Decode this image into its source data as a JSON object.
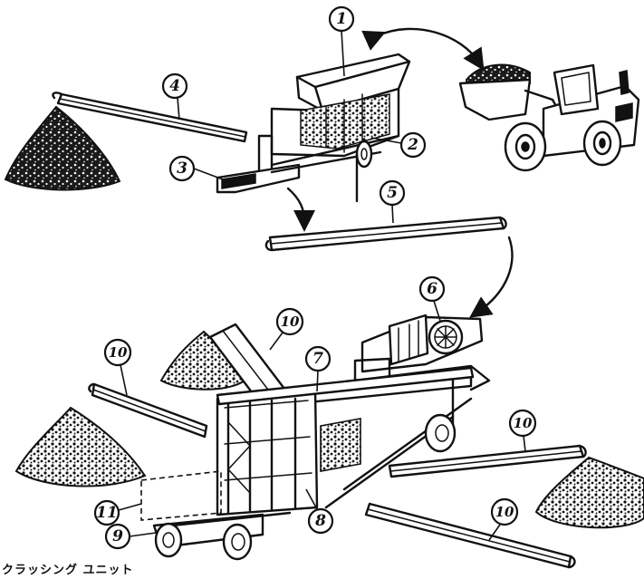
{
  "caption": "クラッシング ユニット",
  "callouts": [
    {
      "id": "c1",
      "label": "1"
    },
    {
      "id": "c2",
      "label": "2"
    },
    {
      "id": "c3",
      "label": "3"
    },
    {
      "id": "c4",
      "label": "4"
    },
    {
      "id": "c5",
      "label": "5"
    },
    {
      "id": "c6",
      "label": "6"
    },
    {
      "id": "c7",
      "label": "7"
    },
    {
      "id": "c8",
      "label": "8"
    },
    {
      "id": "c9",
      "label": "9"
    },
    {
      "id": "c10a",
      "label": "10"
    },
    {
      "id": "c10b",
      "label": "10"
    },
    {
      "id": "c10c",
      "label": "10"
    },
    {
      "id": "c10d",
      "label": "10"
    },
    {
      "id": "c11",
      "label": "11"
    }
  ]
}
